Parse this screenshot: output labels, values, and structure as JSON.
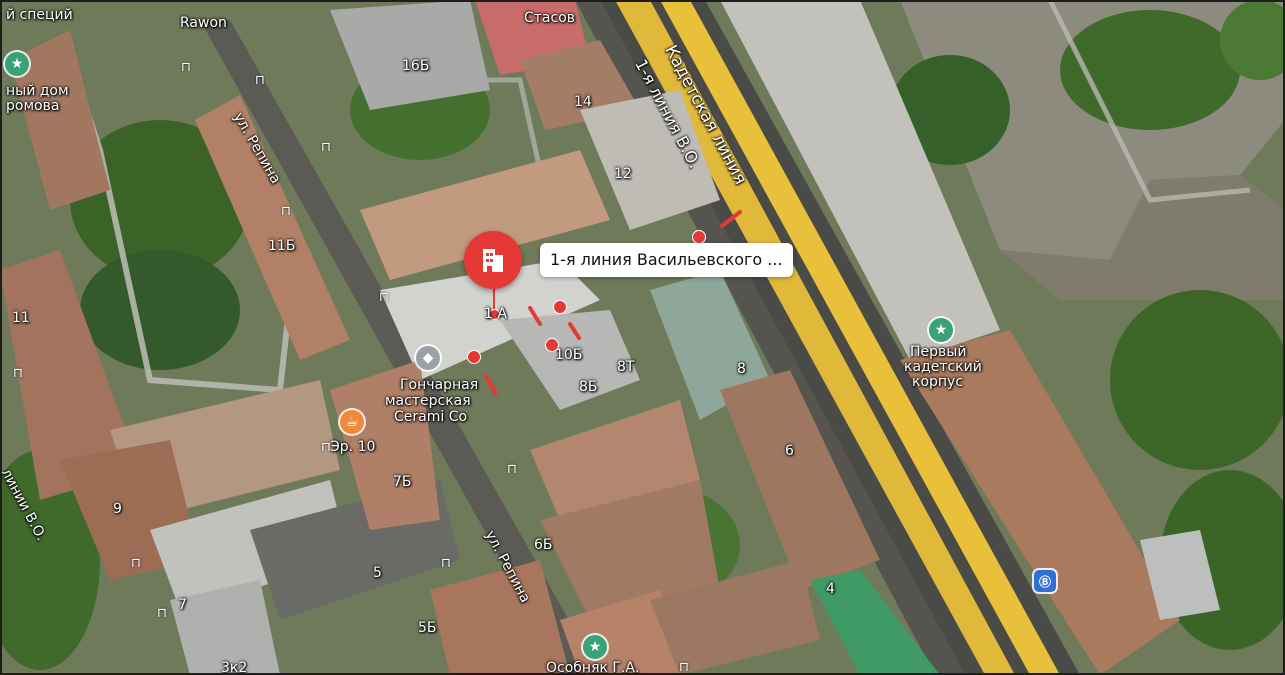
{
  "place": {
    "pin_icon": "building-icon",
    "title": "1-я линия Васильевского ...",
    "house_number": "1 А"
  },
  "streets": {
    "kadetskaya": "Кадетская линия",
    "first_line": "1-я линия В.О.",
    "repina_top": "ул. Репина",
    "repina_bottom": "ул. Репина",
    "lines_vo": "линии В.О."
  },
  "houses": {
    "h16b": "16Б",
    "h14": "14",
    "h12": "12",
    "h11b": "11Б",
    "h11": "11",
    "h10b": "10Б",
    "h8t": "8Т",
    "h8b": "8Б",
    "h8": "8",
    "h7b": "7Б",
    "h6": "6",
    "h6b": "6Б",
    "h9": "9",
    "h5": "5",
    "h7": "7",
    "h5b": "5Б",
    "h4": "4",
    "h3k2": "3к2"
  },
  "pois": {
    "stasov": "Стасов",
    "rawon": "Rawon",
    "top_left_cut": "й специй",
    "house_museum_1": "ный дом",
    "house_museum_2": "ромова",
    "cadet_corps_1": "Первый",
    "cadet_corps_2": "кадетский",
    "cadet_corps_3": "корпус",
    "pottery_1": "Гончарная",
    "pottery_2": "мастерская",
    "pottery_3": "Cerami Co",
    "cafe": "Эр. 10",
    "mansion": "Особняк Г.А."
  },
  "colors": {
    "pin": "#e53935",
    "poi_green": "#3aa27a",
    "poi_orange": "#f08a3a",
    "road_yellow": "#e9c03a"
  }
}
